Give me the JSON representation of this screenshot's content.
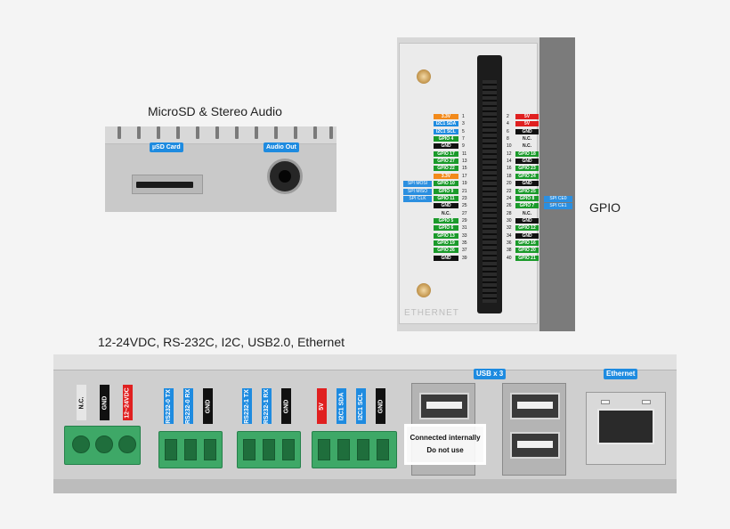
{
  "sections": {
    "microsd_caption": "MicroSD & Stereo Audio",
    "gpio_caption": "GPIO",
    "io_caption": "12-24VDC, RS-232C, I2C, USB2.0, Ethernet"
  },
  "microsd": {
    "sd_label": "µSD Card",
    "audio_label": "Audio Out"
  },
  "gpio": {
    "engraving": "ETHERNET",
    "left_pins": [
      {
        "num": "1",
        "label": "3.3V",
        "color": "#f28a1b"
      },
      {
        "num": "3",
        "label": "I2C1 SDA",
        "color": "#1e8be0"
      },
      {
        "num": "5",
        "label": "I2C1 SCL",
        "color": "#1e8be0"
      },
      {
        "num": "7",
        "label": "GPIO 4",
        "color": "#1a9a2a"
      },
      {
        "num": "9",
        "label": "GND",
        "color": "#111111"
      },
      {
        "num": "11",
        "label": "GPIO 17",
        "color": "#1a9a2a"
      },
      {
        "num": "13",
        "label": "GPIO 27",
        "color": "#1a9a2a"
      },
      {
        "num": "15",
        "label": "GPIO 22",
        "color": "#1a9a2a"
      },
      {
        "num": "17",
        "label": "3.3V",
        "color": "#f28a1b"
      },
      {
        "num": "19",
        "label": "GPIO 10",
        "color": "#1a9a2a"
      },
      {
        "num": "21",
        "label": "GPIO 9",
        "color": "#1a9a2a"
      },
      {
        "num": "23",
        "label": "GPIO 11",
        "color": "#1a9a2a"
      },
      {
        "num": "25",
        "label": "GND",
        "color": "#111111"
      },
      {
        "num": "27",
        "label": "N.C.",
        "color": "none"
      },
      {
        "num": "29",
        "label": "GPIO 5",
        "color": "#1a9a2a"
      },
      {
        "num": "31",
        "label": "GPIO 6",
        "color": "#1a9a2a"
      },
      {
        "num": "33",
        "label": "GPIO 13",
        "color": "#1a9a2a"
      },
      {
        "num": "35",
        "label": "GPIO 19",
        "color": "#1a9a2a"
      },
      {
        "num": "37",
        "label": "GPIO 26",
        "color": "#1a9a2a"
      },
      {
        "num": "39",
        "label": "GND",
        "color": "#111111"
      }
    ],
    "right_pins": [
      {
        "num": "2",
        "label": "5V",
        "color": "#e02020"
      },
      {
        "num": "4",
        "label": "5V",
        "color": "#e02020"
      },
      {
        "num": "6",
        "label": "GND",
        "color": "#111111"
      },
      {
        "num": "8",
        "label": "N.C.",
        "color": "none"
      },
      {
        "num": "10",
        "label": "N.C.",
        "color": "none"
      },
      {
        "num": "12",
        "label": "GPIO 18",
        "color": "#1a9a2a"
      },
      {
        "num": "14",
        "label": "GND",
        "color": "#111111"
      },
      {
        "num": "16",
        "label": "GPIO 23",
        "color": "#1a9a2a"
      },
      {
        "num": "18",
        "label": "GPIO 24",
        "color": "#1a9a2a"
      },
      {
        "num": "20",
        "label": "GND",
        "color": "#111111"
      },
      {
        "num": "22",
        "label": "GPIO 25",
        "color": "#1a9a2a"
      },
      {
        "num": "24",
        "label": "GPIO 8",
        "color": "#1a9a2a"
      },
      {
        "num": "26",
        "label": "GPIO 7",
        "color": "#1a9a2a"
      },
      {
        "num": "28",
        "label": "N.C.",
        "color": "none"
      },
      {
        "num": "30",
        "label": "GND",
        "color": "#111111"
      },
      {
        "num": "32",
        "label": "GPIO 12",
        "color": "#1a9a2a"
      },
      {
        "num": "34",
        "label": "GND",
        "color": "#111111"
      },
      {
        "num": "36",
        "label": "GPIO 16",
        "color": "#1a9a2a"
      },
      {
        "num": "38",
        "label": "GPIO 20",
        "color": "#1a9a2a"
      },
      {
        "num": "40",
        "label": "GPIO 21",
        "color": "#1a9a2a"
      }
    ],
    "spi_left": [
      "SPI MOSI",
      "SPI MISO",
      "SPI CLK"
    ],
    "spi_right": [
      "SPI CE0",
      "SPI CE1"
    ]
  },
  "io": {
    "usb_label": "USB x 3",
    "ethernet_label": "Ethernet",
    "usb_note_line1": "Connected internally",
    "usb_note_line2": "Do not use",
    "power": [
      {
        "label": "N.C.",
        "color": "#e6e6e6",
        "text": "#111111"
      },
      {
        "label": "GND",
        "color": "#111111",
        "text": "#ffffff"
      },
      {
        "label": "12~24VDC",
        "color": "#e02020",
        "text": "#ffffff"
      }
    ],
    "rs232_0": [
      {
        "label": "RS232-0 TX",
        "color": "#1e8be0",
        "text": "#ffffff"
      },
      {
        "label": "RS232-0 RX",
        "color": "#1e8be0",
        "text": "#ffffff"
      },
      {
        "label": "GND",
        "color": "#111111",
        "text": "#ffffff"
      }
    ],
    "rs232_1": [
      {
        "label": "RS232-1 TX",
        "color": "#1e8be0",
        "text": "#ffffff"
      },
      {
        "label": "RS232-1 RX",
        "color": "#1e8be0",
        "text": "#ffffff"
      },
      {
        "label": "GND",
        "color": "#111111",
        "text": "#ffffff"
      }
    ],
    "i2c": [
      {
        "label": "5V",
        "color": "#e02020",
        "text": "#ffffff"
      },
      {
        "label": "I2C1 SDA",
        "color": "#1e8be0",
        "text": "#ffffff"
      },
      {
        "label": "I2C1 SCL",
        "color": "#1e8be0",
        "text": "#ffffff"
      },
      {
        "label": "GND",
        "color": "#111111",
        "text": "#ffffff"
      }
    ]
  }
}
